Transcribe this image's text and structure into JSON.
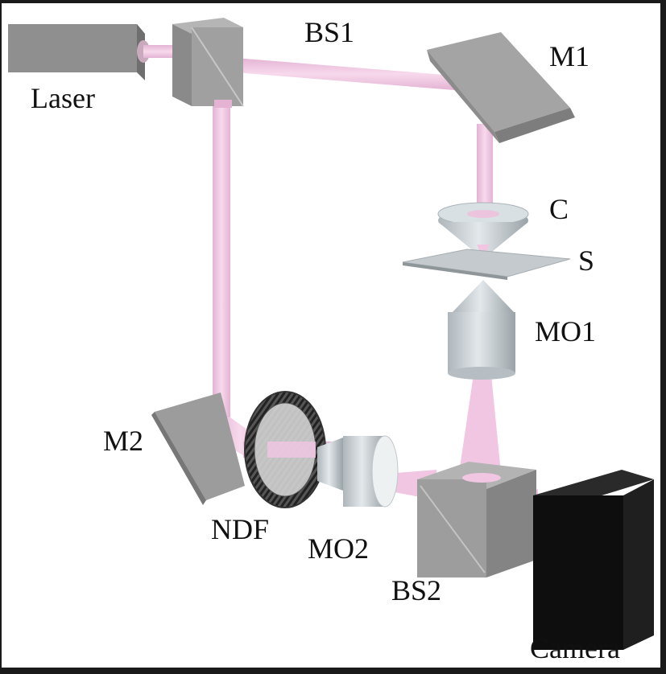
{
  "labels": {
    "laser": "Laser",
    "bs1": "BS1",
    "m1": "M1",
    "c": "C",
    "s": "S",
    "mo1": "MO1",
    "m2": "M2",
    "ndf": "NDF",
    "mo2": "MO2",
    "bs2": "BS2",
    "camera": "Camera"
  },
  "colors": {
    "beam": "#f1c6e2",
    "beam_edge": "#d8a3c6",
    "component": "#999999",
    "component_dark": "#7a7a7a",
    "component_light": "#b8b8b8",
    "optic": "#c9d1d6",
    "camera": "#111111",
    "background": "#ffffff"
  }
}
